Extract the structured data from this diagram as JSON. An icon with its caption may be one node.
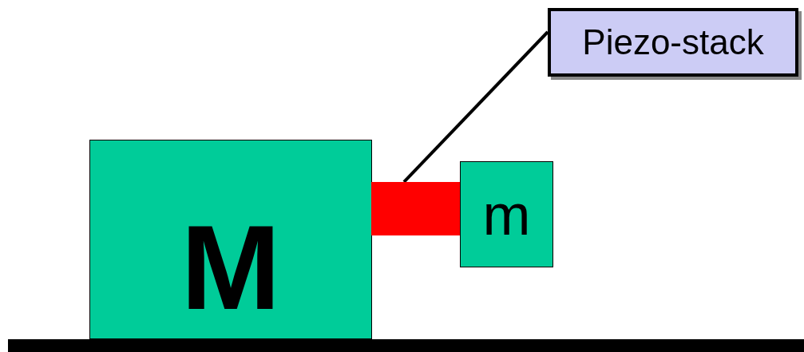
{
  "diagram": {
    "nodes": [
      {
        "text": [
          "Piezo-stack"
        ]
      },
      {
        "text": [
          "M"
        ]
      },
      {
        "text": [],
        "shape": "bar"
      },
      {
        "text": [
          "m"
        ]
      }
    ],
    "edges": [
      {
        "from": 0,
        "to": 2,
        "arrow": "none"
      }
    ]
  }
}
